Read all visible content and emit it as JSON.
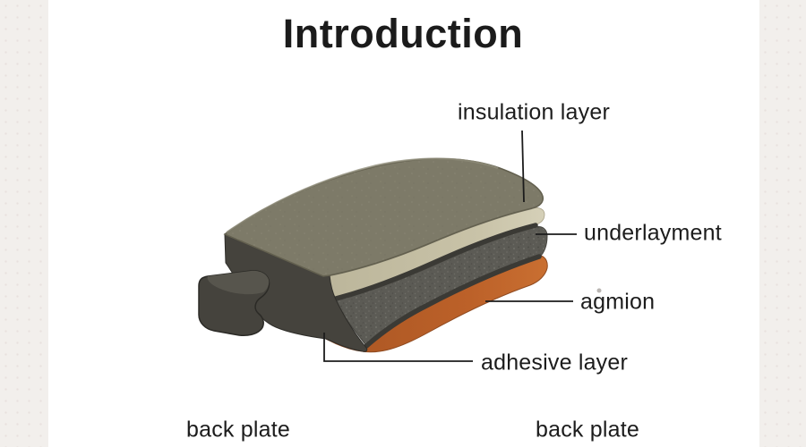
{
  "title": "Introduction",
  "labels": {
    "insulation": "insulation layer",
    "underlayment": "underlayment",
    "agmion": "agmion",
    "adhesive": "adhesive layer",
    "back_plate_left": "back plate",
    "back_plate_right": "back plate"
  },
  "colors": {
    "side_band": "#f2efec",
    "canvas": "#ffffff",
    "text": "#1c1c1c",
    "pad_top_olive": "#7d7a68",
    "pad_top_highlight": "#908d7a",
    "insulation_layer_cream": "#c7c1a6",
    "underlayment_gray": "#5c5b55",
    "underlayment_speckle_light": "#6e6d66",
    "underlayment_speckle_dark": "#4b4a44",
    "adhesive_orange": "#bc6129",
    "separator_dark": "#3b3a35",
    "back_plate_dark": "#45433d",
    "back_plate_top": "#57554d",
    "outline": "#2e2d29",
    "leader_line": "#1c1c1c"
  }
}
